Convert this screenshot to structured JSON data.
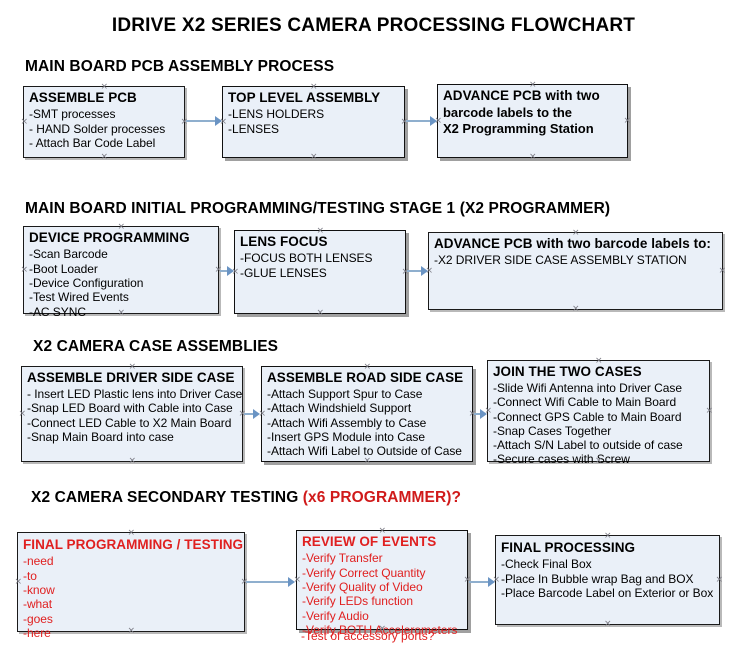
{
  "title": "IDRIVE X2  SERIES CAMERA PROCESSING FLOWCHART",
  "colors": {
    "box_fill": "#eaf0f8",
    "box_border": "#1a1a1a",
    "connector": "#8fafce",
    "accent_red": "#e02020",
    "text_black": "#000000"
  },
  "sections": [
    {
      "id": "main-board-pcb-assembly",
      "heading": "MAIN BOARD PCB ASSEMBLY PROCESS",
      "heading_accent": "",
      "boxes": [
        {
          "id": "assemble-pcb",
          "title": "ASSEMBLE PCB",
          "lines": [
            "-SMT processes",
            "- HAND Solder processes",
            "- Attach Bar Code Label"
          ],
          "color": "black",
          "bold_body": false
        },
        {
          "id": "top-level-assembly",
          "title": "TOP LEVEL ASSEMBLY",
          "lines": [
            "-LENS HOLDERS",
            "-LENSES"
          ],
          "color": "black",
          "bold_body": false
        },
        {
          "id": "advance-pcb-programming-station",
          "title": "ADVANCE PCB with two",
          "lines": [
            "barcode labels to the",
            " X2 Programming Station"
          ],
          "color": "black",
          "bold_body": true
        }
      ]
    },
    {
      "id": "main-board-initial-programming",
      "heading": "MAIN BOARD INITIAL PROGRAMMING/TESTING STAGE 1 (X2 PROGRAMMER)",
      "heading_accent": "",
      "boxes": [
        {
          "id": "device-programming",
          "title": "DEVICE PROGRAMMING",
          "lines": [
            "-Scan Barcode",
            "-Boot Loader",
            "-Device Configuration",
            "-Test Wired Events",
            "-AC SYNC"
          ],
          "color": "black",
          "bold_body": false
        },
        {
          "id": "lens-focus",
          "title": "LENS FOCUS",
          "lines": [
            "-FOCUS BOTH LENSES",
            "-GLUE LENSES"
          ],
          "color": "black",
          "bold_body": false
        },
        {
          "id": "advance-pcb-driver-side-case",
          "title": "ADVANCE PCB with two barcode labels to:",
          "lines": [
            "-X2 DRIVER  SIDE  CASE  ASSEMBLY STATION"
          ],
          "color": "black",
          "bold_body": false
        }
      ]
    },
    {
      "id": "x2-camera-case-assemblies",
      "heading": "X2 CAMERA CASE ASSEMBLIES",
      "heading_accent": "",
      "boxes": [
        {
          "id": "assemble-driver-side-case",
          "title": "ASSEMBLE DRIVER SIDE CASE",
          "lines": [
            "- Insert LED Plastic lens into Driver Case",
            "-Snap LED Board with Cable into Case",
            "-Connect LED Cable to X2 Main Board",
            "-Snap Main Board into case"
          ],
          "color": "black",
          "bold_body": false
        },
        {
          "id": "assemble-road-side-case",
          "title": "ASSEMBLE ROAD SIDE CASE",
          "lines": [
            "-Attach Support Spur to Case",
            "-Attach Windshield Support",
            "-Attach Wifi Assembly to Case",
            "-Insert GPS Module into Case",
            "-Attach Wifi Label to Outside of Case"
          ],
          "color": "black",
          "bold_body": false
        },
        {
          "id": "join-the-two-cases",
          "title": "JOIN THE TWO CASES",
          "lines": [
            "-Slide Wifi Antenna into Driver Case",
            "-Connect Wifi Cable to Main Board",
            "-Connect GPS Cable to Main Board",
            "-Snap Cases Together",
            "-Attach S/N Label to outside of case",
            "-Secure cases with Screw"
          ],
          "color": "black",
          "bold_body": false
        }
      ]
    },
    {
      "id": "x2-camera-secondary-testing",
      "heading": "X2 CAMERA SECONDARY TESTING ",
      "heading_accent": "(x6 PROGRAMMER)?",
      "boxes": [
        {
          "id": "final-programming-testing",
          "title": "FINAL PROGRAMMING / TESTING",
          "lines": [
            "-need",
            "-to",
            "-know",
            "-what",
            "-goes",
            "-here"
          ],
          "color": "red",
          "bold_body": false
        },
        {
          "id": "review-of-events",
          "title": "REVIEW OF EVENTS",
          "lines": [
            "-Verify Transfer",
            "-Verify Correct Quantity",
            "-Verify Quality of Video",
            "-Verify LEDs function",
            "-Verify Audio",
            "-Verify BOTH Accelerometers"
          ],
          "overflow_line": "-Test of accessory ports?",
          "color": "red",
          "bold_body": false
        },
        {
          "id": "final-processing",
          "title": "FINAL PROCESSING",
          "lines": [
            " -Check Final Box",
            "-Place In Bubble wrap Bag and BOX",
            "-Place Barcode Label on Exterior or Box"
          ],
          "color": "black",
          "bold_body": false
        }
      ]
    }
  ]
}
